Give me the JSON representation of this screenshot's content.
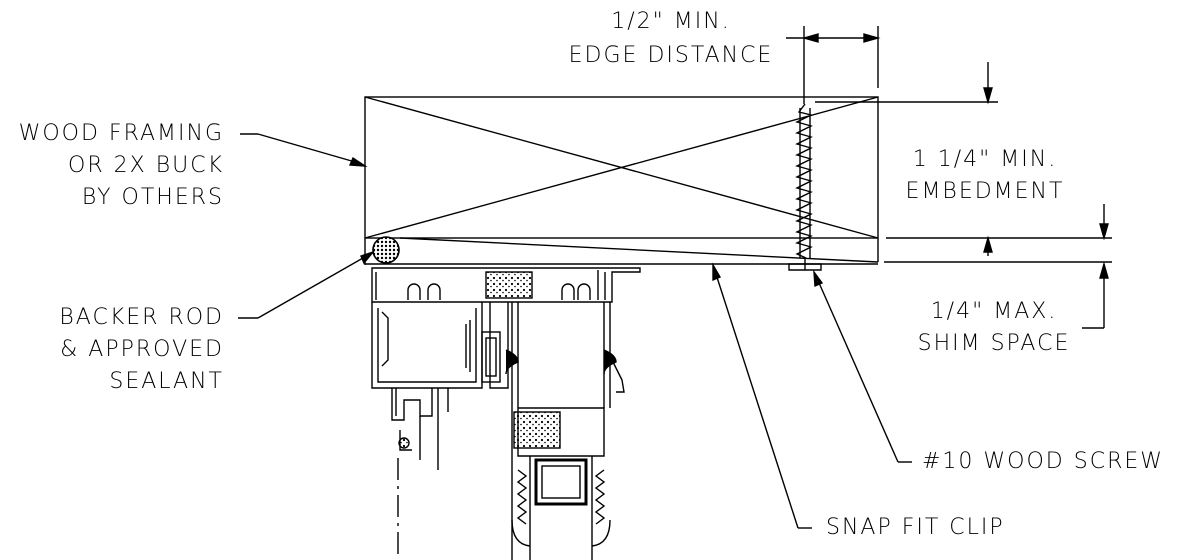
{
  "labels": {
    "edge_distance_line1": "1/2\" MIN.",
    "edge_distance_line2": "EDGE DISTANCE",
    "wood_framing_line1": "WOOD FRAMING",
    "wood_framing_line2": "OR 2X BUCK",
    "wood_framing_line3": "BY OTHERS",
    "embedment_line1": "1 1/4\" MIN.",
    "embedment_line2": "EMBEDMENT",
    "backer_rod_line1": "BACKER ROD",
    "backer_rod_line2": "& APPROVED",
    "backer_rod_line3": "SEALANT",
    "shim_space_line1": "1/4\" MAX.",
    "shim_space_line2": "SHIM SPACE",
    "wood_screw": "#10 WOOD SCREW",
    "snap_fit_clip": "SNAP FIT CLIP"
  },
  "colors": {
    "line": "#000000",
    "background": "#ffffff"
  }
}
